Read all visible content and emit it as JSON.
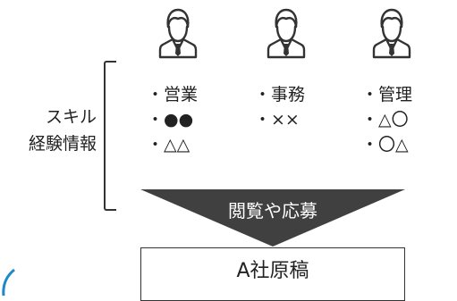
{
  "side_label": {
    "line1": "スキル",
    "line2": "経験情報"
  },
  "people": [
    {
      "icon": "businessperson-icon",
      "items": [
        "・営業",
        "・●●",
        "・△△"
      ]
    },
    {
      "icon": "businessperson-icon",
      "items": [
        "・事務",
        "・××"
      ]
    },
    {
      "icon": "businessperson-icon",
      "items": [
        "・管理",
        "・△〇",
        "・〇△"
      ]
    }
  ],
  "funnel": {
    "label": "閲覧や応募",
    "color": "#404040"
  },
  "draft": {
    "label": "A社原稿"
  },
  "colors": {
    "icon_stroke": "#333333",
    "accent_arc": "#1e88c8"
  }
}
